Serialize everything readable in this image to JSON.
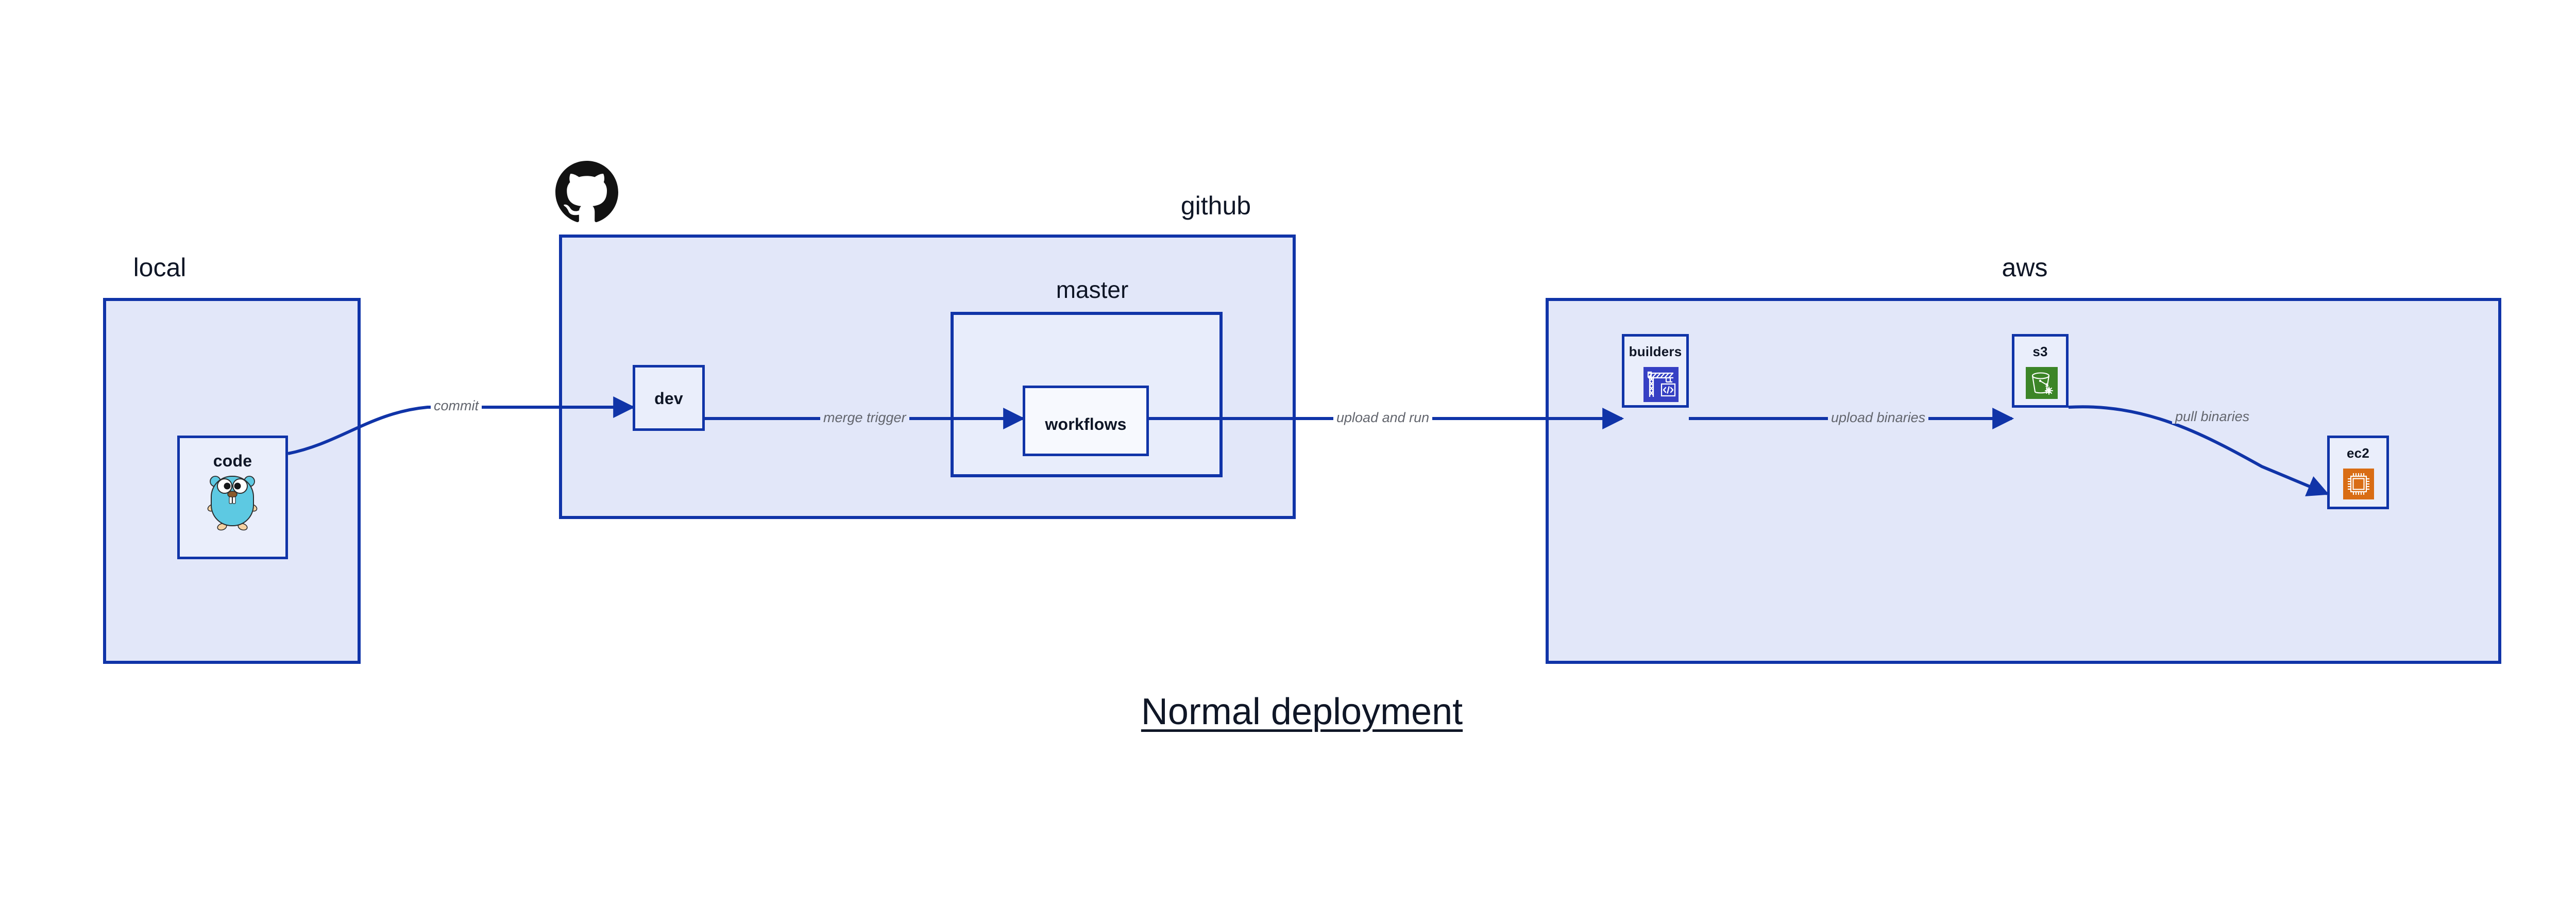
{
  "title": "Normal deployment",
  "colors": {
    "border": "#1034a8",
    "group_fill": "#e2e7f9",
    "master_fill": "#e8edfb",
    "node_fill": "#eaeefb",
    "node_fill_white": "#f7f9fe",
    "edge_label": "#63666e",
    "text": "#0f1626",
    "builders_icon": "#3640c4",
    "s3_icon": "#3c8527",
    "ec2_icon": "#d96d15",
    "gopher_body": "#5dc9e2",
    "github_logo": "#121212"
  },
  "groups": [
    {
      "id": "local",
      "title": "local"
    },
    {
      "id": "github",
      "title": "github"
    },
    {
      "id": "master",
      "title": "master"
    },
    {
      "id": "aws",
      "title": "aws"
    }
  ],
  "nodes": [
    {
      "id": "code",
      "label": "code",
      "icon": "go-gopher-icon"
    },
    {
      "id": "dev",
      "label": "dev",
      "icon": "none"
    },
    {
      "id": "workflows",
      "label": "workflows",
      "icon": "none"
    },
    {
      "id": "builders",
      "label": "builders",
      "icon": "aws-builders-crane-icon"
    },
    {
      "id": "s3",
      "label": "s3",
      "icon": "aws-s3-bucket-icon"
    },
    {
      "id": "ec2",
      "label": "ec2",
      "icon": "aws-ec2-chip-icon"
    }
  ],
  "edges": [
    {
      "id": "commit",
      "from": "code",
      "to": "dev",
      "label": "commit"
    },
    {
      "id": "merge-trigger",
      "from": "dev",
      "to": "workflows",
      "label": "merge trigger"
    },
    {
      "id": "upload-and-run",
      "from": "workflows",
      "to": "builders",
      "label": "upload and run"
    },
    {
      "id": "upload-binaries",
      "from": "builders",
      "to": "s3",
      "label": "upload binaries"
    },
    {
      "id": "pull-binaries",
      "from": "s3",
      "to": "ec2",
      "label": "pull binaries"
    }
  ],
  "logos": [
    {
      "id": "github-mark",
      "name": "github-octocat-logo"
    }
  ]
}
